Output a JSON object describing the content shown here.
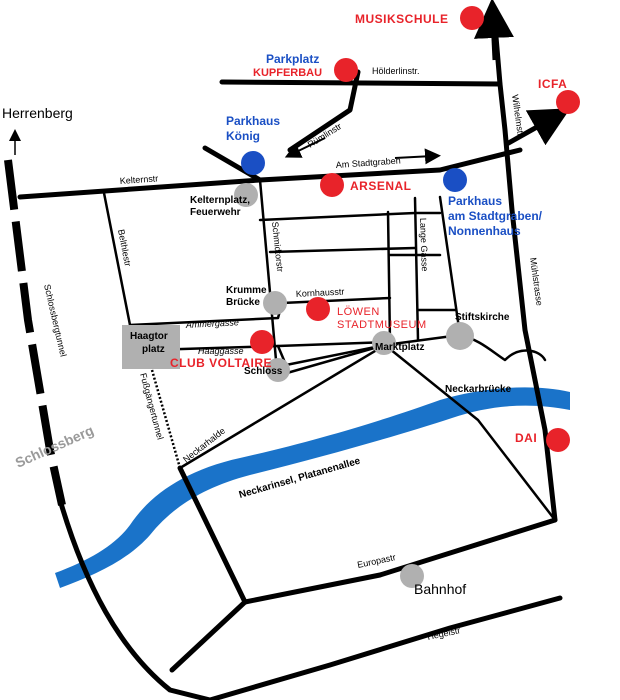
{
  "streets": {
    "keltern": "Kelternstr",
    "am_stadtgraben": "Am Stadtgraben",
    "ruemelin": "Rümlinstr",
    "hoelderlin": "Hölderlinstr.",
    "wilhelm": "Wilhelmstr.",
    "muehl": "Mühlstrasse",
    "belthle": "Belthlestr",
    "schmied": "Schmidtorstr",
    "lange_gasse": "Lange Gasse",
    "kornhaus": "Kornhausstr",
    "ammer": "Ammergasse",
    "haag": "Haaggasse",
    "neckarhalde": "Neckarhalde",
    "fussgaenger": "Fußgängertunnel",
    "schlossberg_tunnel": "Schlossbergtunnel",
    "europa": "Europastr",
    "hegel": "Hegelstr"
  },
  "places": {
    "herrenberg": "Herrenberg",
    "schlossberg": "Schlossberg",
    "kelternplatz_1": "Kelternplatz,",
    "kelternplatz_2": "Feuerwehr",
    "krumme_1": "Krumme",
    "krumme_2": "Brücke",
    "haagtor_1": "Haagtor",
    "haagtor_2": "platz",
    "schloss": "Schloss",
    "marktplatz": "Marktplatz",
    "stiftskirche": "Stiftskirche",
    "neckarbruecke": "Neckarbrücke",
    "neckarinsel": "Neckarinsel, Platanenallee",
    "bahnhof": "Bahnhof"
  },
  "venues": {
    "musikschule": "MUSIKSCHULE",
    "kupferbau": "KUPFERBAU",
    "icfa": "ICFA",
    "arsenal": "ARSENAL",
    "loewen_1": "LÖWEN",
    "loewen_2": "STADTMUSEUM",
    "club_voltaire": "CLUB VOLTAIRE",
    "dai": "DAI"
  },
  "parking": {
    "parkplatz": "Parkplatz",
    "koenig_1": "Parkhaus",
    "koenig_2": "König",
    "stadtgraben_1": "Parkhaus",
    "stadtgraben_2": "am Stadtgraben/",
    "stadtgraben_3": "Nonnenhaus"
  },
  "colors": {
    "venue": "#e8232a",
    "parking": "#1a4fc4",
    "landmark": "#b0b0b0",
    "river": "#1a73c9",
    "road": "#000000"
  }
}
